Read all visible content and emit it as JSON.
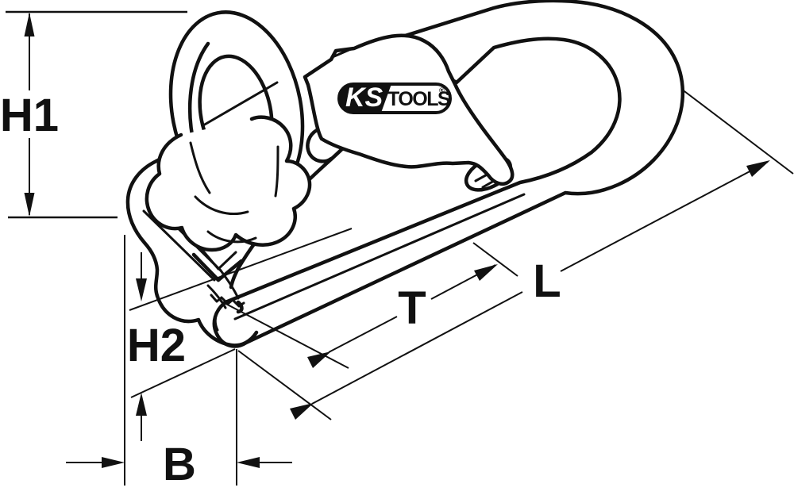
{
  "drawing": {
    "description": "Technical line drawing of a KS Tools pull clamp with dimension annotations",
    "background_color": "#ffffff",
    "line_color": "#111111"
  },
  "logo": {
    "brand_left": "KS",
    "brand_right": "TOOLS",
    "registered_mark": "®"
  },
  "dimensions": {
    "h1": "H1",
    "h2": "H2",
    "b": "B",
    "t": "T",
    "l": "L"
  }
}
